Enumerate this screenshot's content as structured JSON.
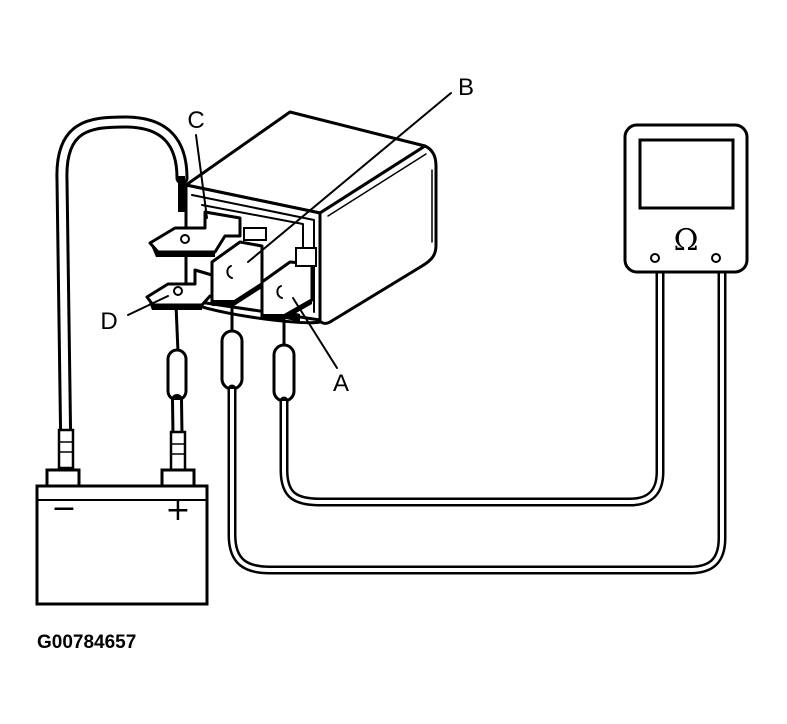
{
  "labels": {
    "terminal_a": "A",
    "terminal_b": "B",
    "terminal_c": "C",
    "terminal_d": "D"
  },
  "battery": {
    "negative_symbol": "−",
    "positive_symbol": "+"
  },
  "meter": {
    "unit_symbol": "Ω"
  },
  "figure_id": "G00784657"
}
